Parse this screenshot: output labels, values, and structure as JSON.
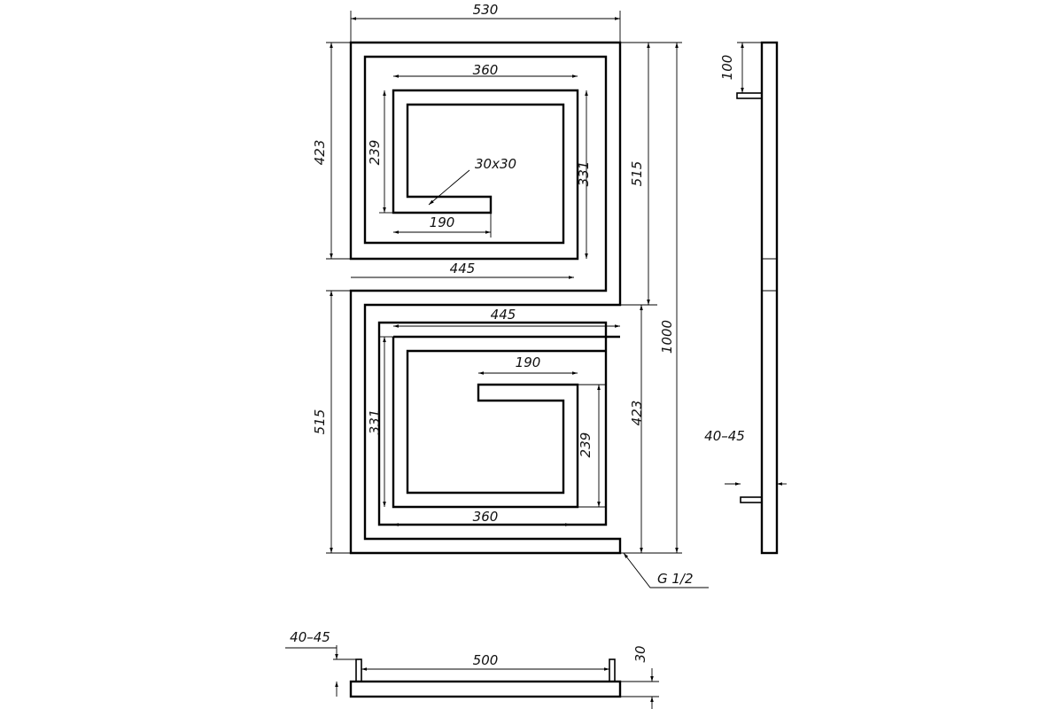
{
  "front_view": {
    "overall_width": "530",
    "top_section_height": "423",
    "top_tail_width": "190",
    "top_tail_height": "239",
    "top_inner_width": "360",
    "top_inner_height": "331",
    "top_bottom_run": "445",
    "profile_section": "30x30",
    "right_upper_height": "515",
    "overall_height": "1000",
    "bottom_top_run": "445",
    "bottom_tail_width": "190",
    "bottom_inner_height": "331",
    "bottom_tail_height": "239",
    "bottom_right_height": "423",
    "bottom_inner_width": "360",
    "left_lower_height": "515",
    "thread": "G 1/2"
  },
  "side_view": {
    "top_offset": "100",
    "wall_gap": "40–45"
  },
  "bottom_view": {
    "wall_gap": "40–45",
    "connection_spacing": "500",
    "profile_depth": "30"
  }
}
